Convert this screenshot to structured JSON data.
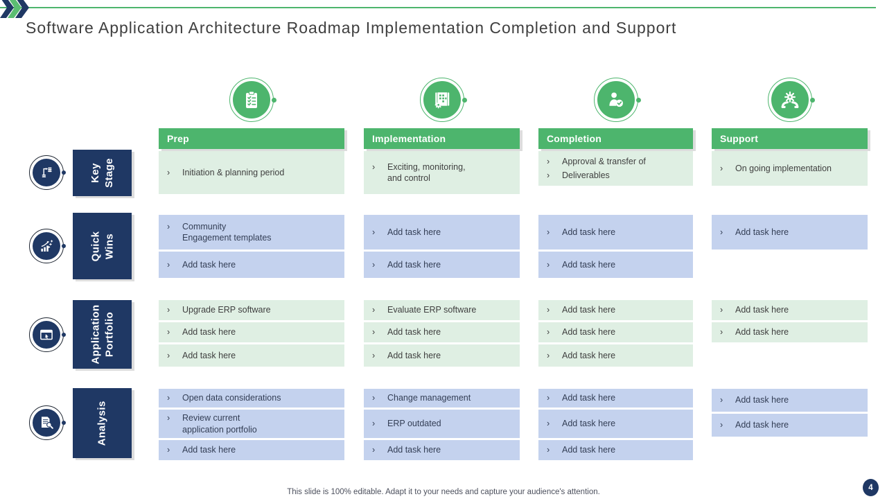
{
  "slide": {
    "title": "Software Application Architecture Roadmap Implementation Completion and Support",
    "footer_note": "This slide is 100% editable. Adapt it to your needs and capture your audience's attention.",
    "page_number": "4"
  },
  "ui": {
    "bullet_char": "›"
  },
  "colors": {
    "green": "#4DB56D",
    "light-green": "#DFEFE3",
    "navy": "#1F3864",
    "light-blue": "#C4D2EE",
    "ring": "#1C2430"
  },
  "columns": [
    {
      "id": "prep",
      "label": "Prep",
      "icon": "clipboard-icon"
    },
    {
      "id": "implementation",
      "label": "Implementation",
      "icon": "blueprint-gear-icon"
    },
    {
      "id": "completion",
      "label": "Completion",
      "icon": "person-check-icon"
    },
    {
      "id": "support",
      "label": "Support",
      "icon": "hands-gear-icon"
    }
  ],
  "rows": [
    {
      "id": "key-stage",
      "label_lines": [
        "Key",
        "Stage"
      ],
      "icon": "flowchart-icon",
      "tone": "green",
      "cells": {
        "prep": [
          [
            "Initiation  & planning period"
          ]
        ],
        "implementation": [
          [
            "Exciting, monitoring,\nand control"
          ]
        ],
        "completion": [
          [
            "Approval  & transfer of",
            "Deliverables"
          ]
        ],
        "support": [
          [
            "On going implementation"
          ]
        ]
      }
    },
    {
      "id": "quick-wins",
      "label_lines": [
        "Quick",
        "Wins"
      ],
      "icon": "growth-stars-icon",
      "tone": "blue",
      "cells": {
        "prep": [
          [
            "Community\nEngagement templates"
          ],
          [
            "Add task here"
          ]
        ],
        "implementation": [
          [
            "Add task here"
          ],
          [
            "Add task here"
          ]
        ],
        "completion": [
          [
            "Add task here"
          ],
          [
            "Add task here"
          ]
        ],
        "support": [
          [
            "Add task here"
          ]
        ]
      }
    },
    {
      "id": "application-portfolio",
      "label_lines": [
        "Application",
        "Portfolio"
      ],
      "icon": "app-window-icon",
      "tone": "green",
      "cells": {
        "prep": [
          [
            "Upgrade ERP software"
          ],
          [
            "Add task here"
          ],
          [
            "Add task here"
          ]
        ],
        "implementation": [
          [
            "Evaluate ERP software"
          ],
          [
            "Add task here"
          ],
          [
            "Add task here"
          ]
        ],
        "completion": [
          [
            "Add task here"
          ],
          [
            "Add task here"
          ],
          [
            "Add task here"
          ]
        ],
        "support": [
          [
            "Add task here"
          ],
          [
            "Add task here"
          ]
        ]
      }
    },
    {
      "id": "analysis",
      "label_lines": [
        "Analysis"
      ],
      "icon": "document-search-icon",
      "tone": "blue",
      "cells": {
        "prep": [
          [
            "Open data considerations"
          ],
          [
            "Review current\napplication portfolio"
          ],
          [
            "Add task here"
          ]
        ],
        "implementation": [
          [
            "Change management"
          ],
          [
            "ERP outdated"
          ],
          [
            "Add task here"
          ]
        ],
        "completion": [
          [
            "Add task here"
          ],
          [
            "Add task here"
          ],
          [
            "Add task here"
          ]
        ],
        "support": [
          [
            "Add task here"
          ],
          [
            "Add task here"
          ]
        ]
      }
    }
  ]
}
